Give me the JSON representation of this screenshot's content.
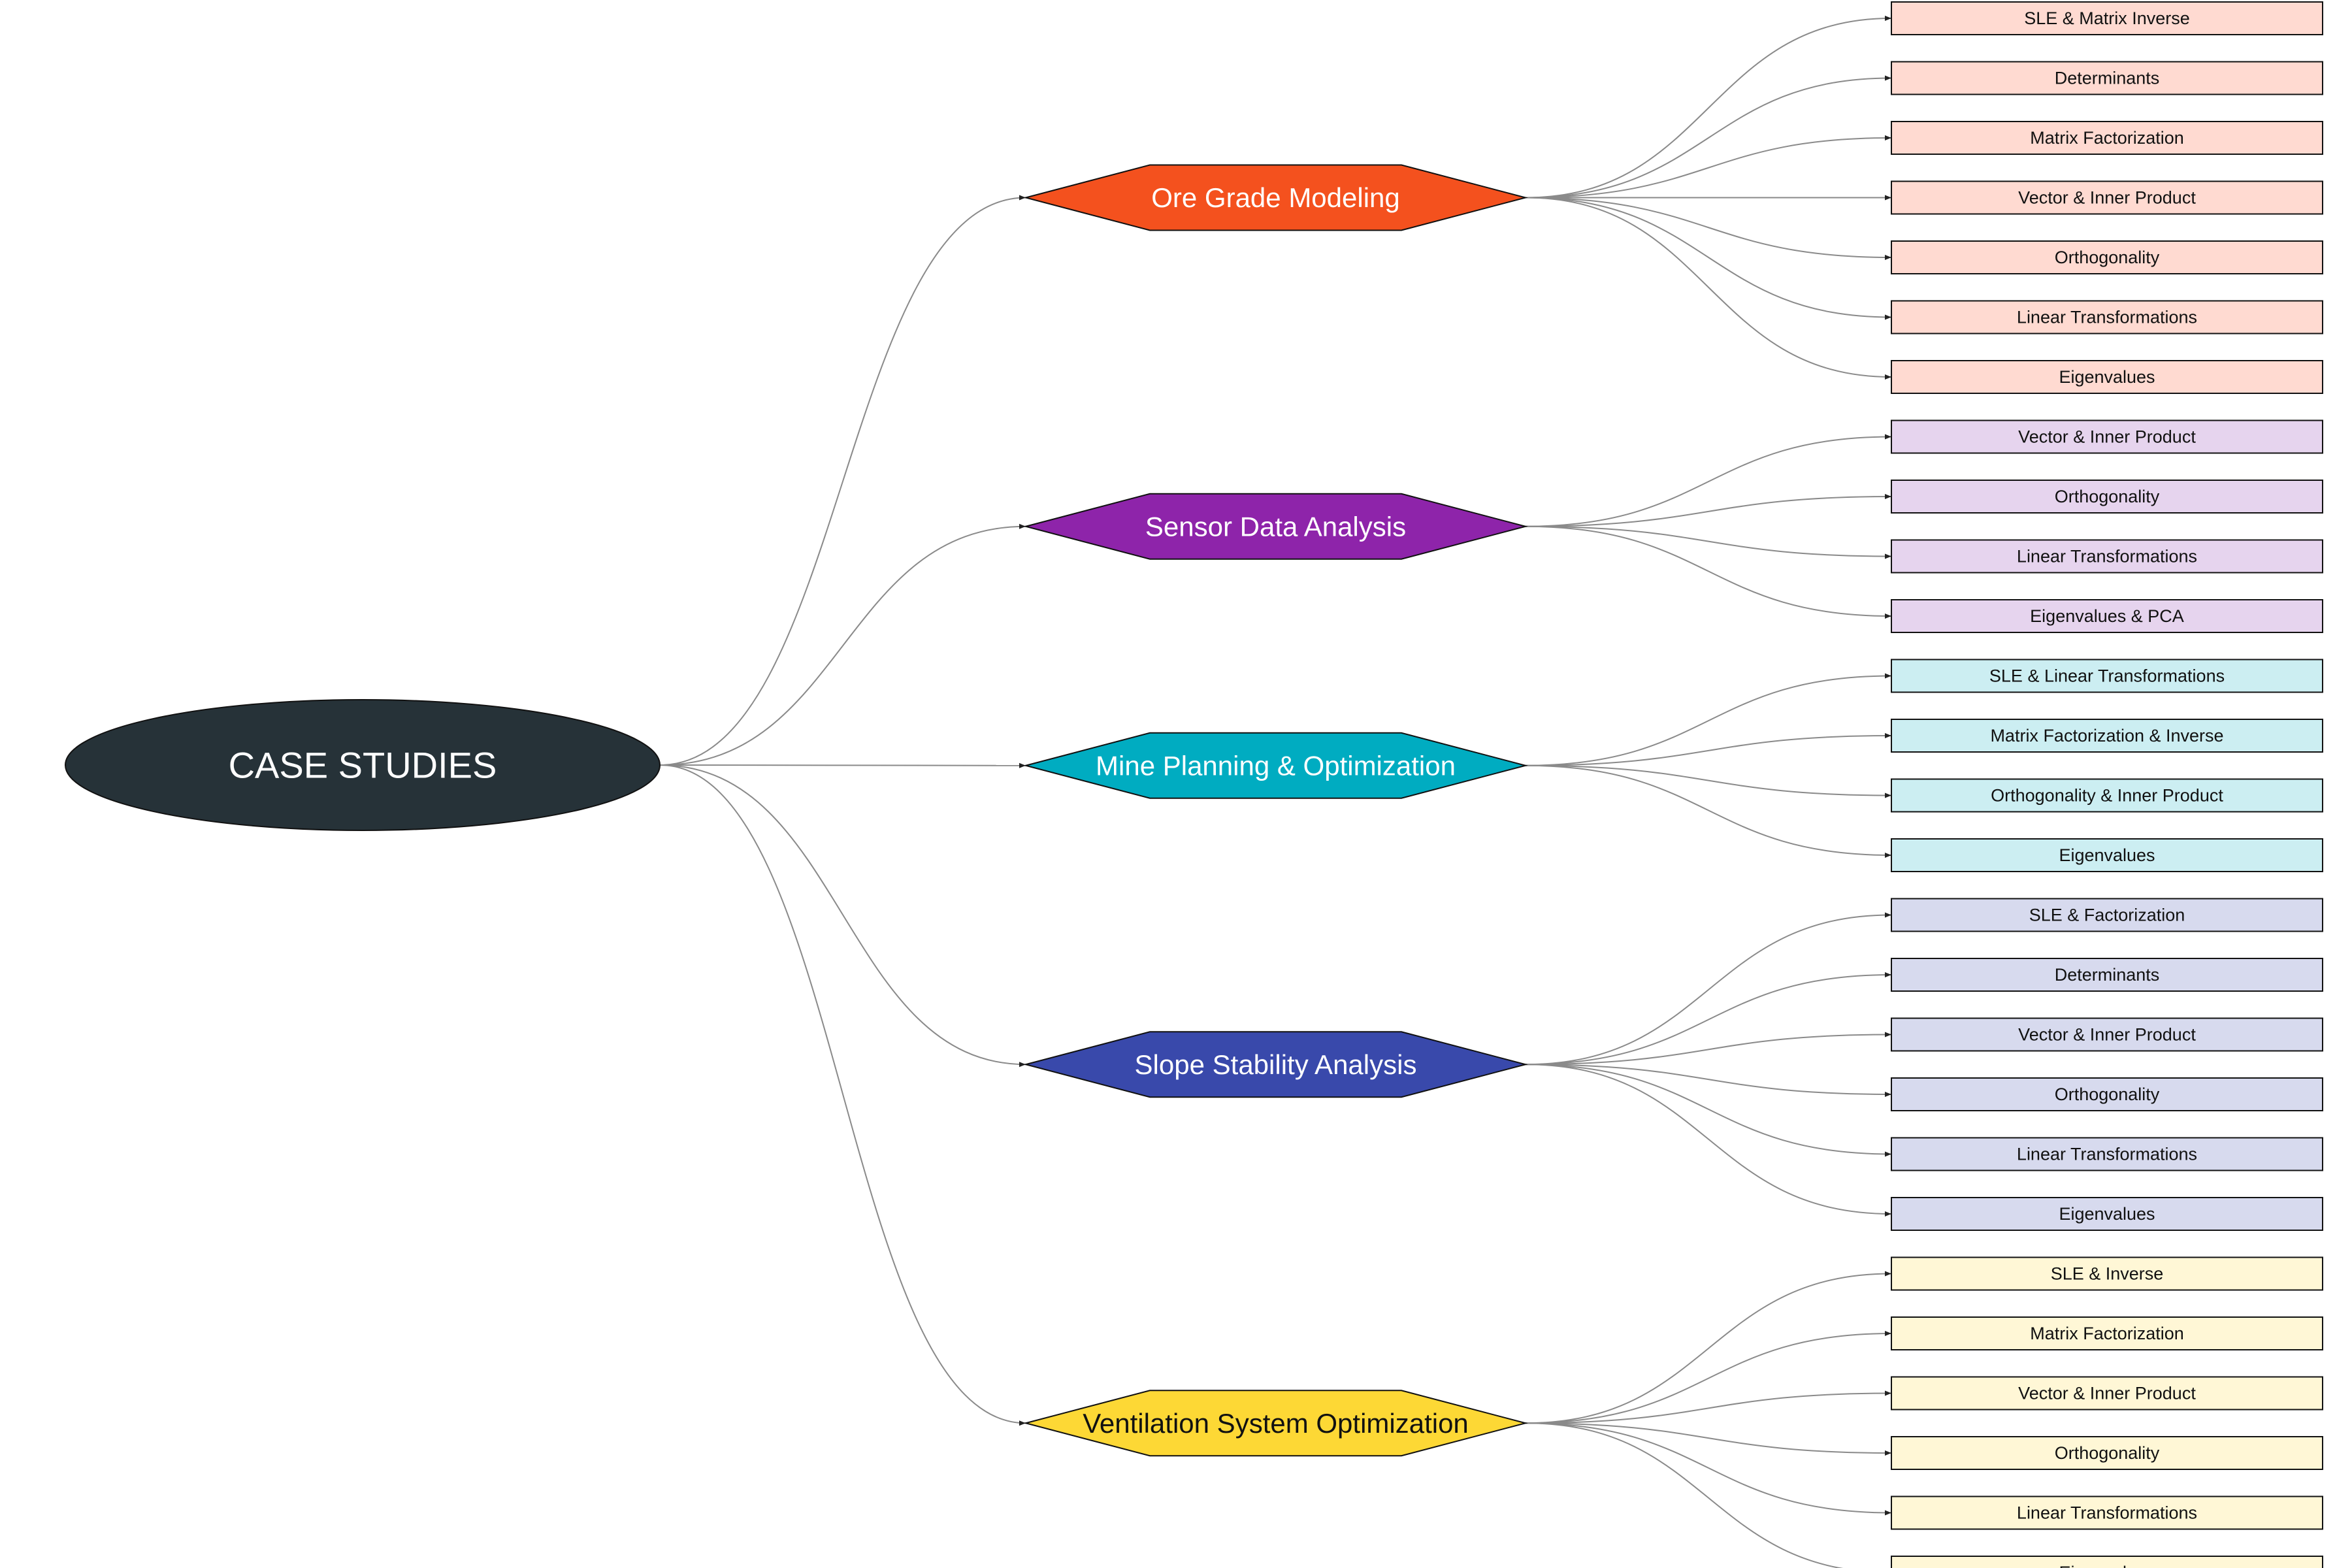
{
  "root": {
    "label": "CASE STUDIES",
    "fill": "#263238",
    "text_color": "#ffffff"
  },
  "categories": [
    {
      "label": "Ore Grade Modeling",
      "fill": "#F4511E",
      "text_color": "#ffffff",
      "leaf_fill": "#FFDAD1",
      "leaves": [
        "SLE & Matrix Inverse",
        "Determinants",
        "Matrix Factorization",
        "Vector & Inner Product",
        "Orthogonality",
        "Linear Transformations",
        "Eigenvalues"
      ]
    },
    {
      "label": "Sensor Data Analysis",
      "fill": "#8E24AA",
      "text_color": "#ffffff",
      "leaf_fill": "#E6D4EE",
      "leaves": [
        "Vector & Inner Product",
        "Orthogonality",
        "Linear Transformations",
        "Eigenvalues & PCA"
      ]
    },
    {
      "label": "Mine Planning & Optimization",
      "fill": "#00ACC1",
      "text_color": "#ffffff",
      "leaf_fill": "#CCEEF2",
      "leaves": [
        "SLE & Linear Transformations",
        "Matrix Factorization & Inverse",
        "Orthogonality & Inner Product",
        "Eigenvalues"
      ]
    },
    {
      "label": "Slope Stability Analysis",
      "fill": "#3949AB",
      "text_color": "#ffffff",
      "leaf_fill": "#D7DAEE",
      "leaves": [
        "SLE & Factorization",
        "Determinants",
        "Vector & Inner Product",
        "Orthogonality",
        "Linear Transformations",
        "Eigenvalues"
      ]
    },
    {
      "label": "Ventilation System Optimization",
      "fill": "#FDD835",
      "text_color": "#111111",
      "leaf_fill": "#FFF7D6",
      "leaves": [
        "SLE & Inverse",
        "Matrix Factorization",
        "Vector & Inner Product",
        "Orthogonality",
        "Linear Transformations",
        "Eigenvalues"
      ]
    }
  ]
}
